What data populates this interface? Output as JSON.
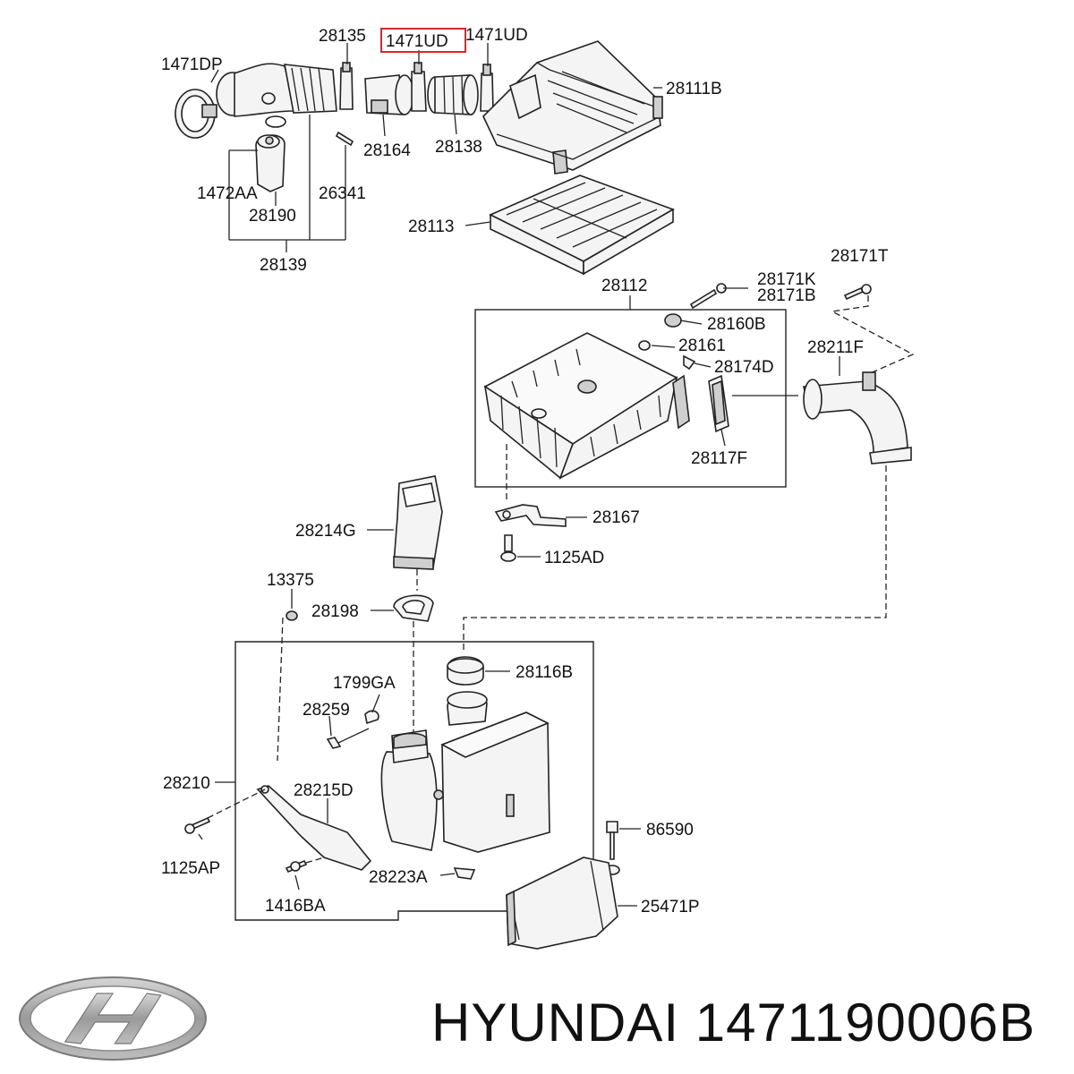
{
  "highlighted_part": "1471UD",
  "callouts": {
    "p28135": "28135",
    "p1471UD_a": "1471UD",
    "p1471UD_b": "1471UD",
    "p1471DP": "1471DP",
    "p28111B": "28111B",
    "p28164": "28164",
    "p28138": "28138",
    "p1472AA": "1472AA",
    "p26341": "26341",
    "p28190": "28190",
    "p28139": "28139",
    "p28113": "28113",
    "p28112": "28112",
    "p28171K": "28171K",
    "p28171B": "28171B",
    "p28171T": "28171T",
    "p28160B": "28160B",
    "p28161": "28161",
    "p28211F": "28211F",
    "p28174D": "28174D",
    "p28117F": "28117F",
    "p28167": "28167",
    "p1125AD": "1125AD",
    "p28214G": "28214G",
    "p13375": "13375",
    "p28198": "28198",
    "p28116B": "28116B",
    "p1799GA": "1799GA",
    "p28259": "28259",
    "p28210": "28210",
    "p28215D": "28215D",
    "p86590": "86590",
    "p1125AP": "1125AP",
    "p28223A": "28223A",
    "p25471P": "25471P",
    "p1416BA": "1416BA"
  },
  "footer": {
    "brand": "HYUNDAI",
    "part_number": "1471190006B",
    "text": "HYUNDAI 1471190006B"
  },
  "colors": {
    "highlight": "#d9272e",
    "line": "#222222",
    "logo_silver": "#9a9a9a"
  }
}
